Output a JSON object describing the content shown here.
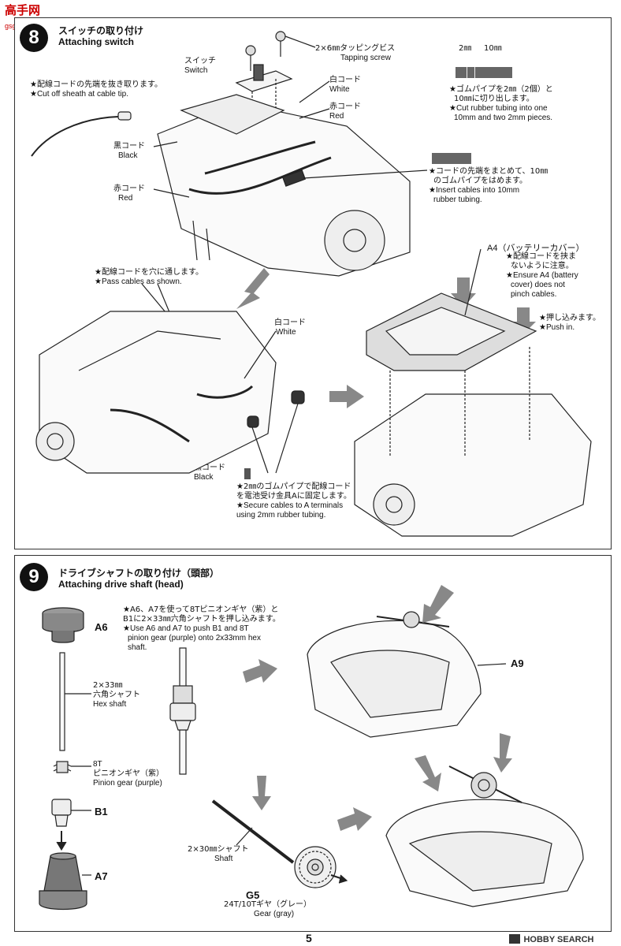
{
  "watermark": {
    "cn": "高手网",
    "url": "gsgcm..com"
  },
  "step8": {
    "number": "8",
    "title_jp": "スイッチの取り付け",
    "title_en": "Attaching switch",
    "screw_jp": "2×6㎜タッピングビス",
    "screw_en": "Tapping screw",
    "switch_jp": "スイッチ",
    "switch_en": "Switch",
    "white_jp": "白コード",
    "white_en": "White",
    "red_jp": "赤コード",
    "red_en": "Red",
    "black_jp": "黒コード",
    "black_en": "Black",
    "cut_sheath_jp": "★配線コードの先端を抜き取ります。",
    "cut_sheath_en": "★Cut off sheath at cable tip.",
    "tube_dim_2": "2㎜",
    "tube_dim_10": "10㎜",
    "tube_cut_jp1": "★ゴムパイプを2㎜（2個）と",
    "tube_cut_jp2": "10㎜に切り出します。",
    "tube_cut_en1": "★Cut rubber tubing into one",
    "tube_cut_en2": "10mm and two 2mm pieces.",
    "insert_jp1": "★コードの先端をまとめて、10㎜",
    "insert_jp2": "のゴムパイプをはめます。",
    "insert_en1": "★Insert cables into 10mm",
    "insert_en2": "rubber tubing.",
    "pass_jp": "★配線コードを穴に通します。",
    "pass_en": "★Pass cables as shown.",
    "a4_label": "A4（バッテリーカバー）",
    "a4_note_jp1": "★配線コードを挟ま",
    "a4_note_jp2": "ないように注意。",
    "a4_note_en1": "★Ensure A4 (battery",
    "a4_note_en2": "cover) does not",
    "a4_note_en3": "pinch cables.",
    "push_jp": "★押し込みます。",
    "push_en": "★Push in.",
    "white2_jp": "白コード",
    "white2_en": "White",
    "black2_jp": "黒コード",
    "black2_en": "Black",
    "secure_jp1": "★2㎜のゴムパイプで配線コード",
    "secure_jp2": "を電池受け金具Aに固定します。",
    "secure_en1": "★Secure cables to A terminals",
    "secure_en2": "using 2mm rubber tubing."
  },
  "step9": {
    "number": "9",
    "title_jp": "ドライブシャフトの取り付け（頭部）",
    "title_en": "Attaching drive shaft (head)",
    "note_jp1": "★A6、A7を使って8Tピニオンギヤ（紫）と",
    "note_jp2": "B1に2×33㎜六角シャフトを押し込みます。",
    "note_en1": "★Use A6 and A7 to push B1 and 8T",
    "note_en2": "pinion gear (purple) onto 2x33mm hex",
    "note_en3": "shaft.",
    "a6": "A6",
    "shaft_jp1": "2×33㎜",
    "shaft_jp2": "六角シャフト",
    "shaft_en": "Hex shaft",
    "pinion_8t": "8T",
    "pinion_jp": "ピニオンギヤ（紫）",
    "pinion_en": "Pinion gear (purple)",
    "b1": "B1",
    "a7": "A7",
    "a9": "A9",
    "shaft30_jp": "2×30㎜シャフト",
    "shaft30_en": "Shaft",
    "g5": "G5",
    "gear_jp": "24T/10Tギヤ（グレー）",
    "gear_en": "Gear (gray)"
  },
  "footer": {
    "page": "5",
    "brand": "HOBBY SEARCH"
  }
}
